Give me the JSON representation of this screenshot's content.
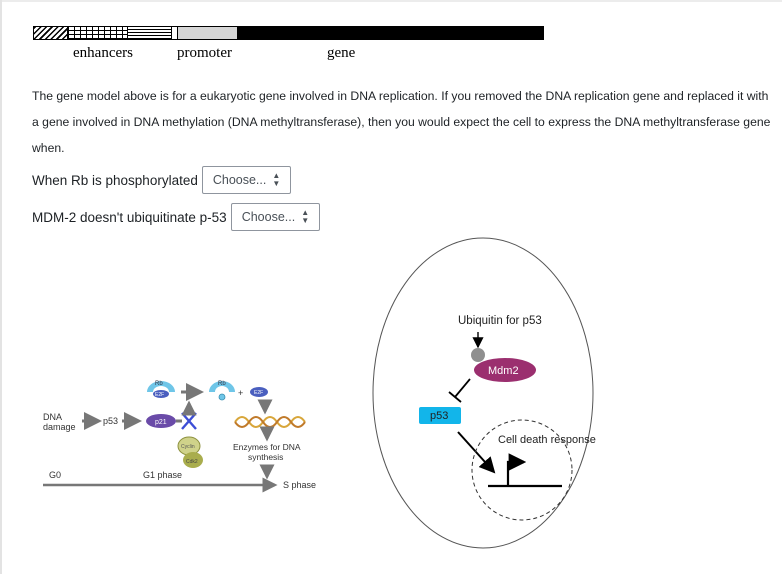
{
  "gene_model": {
    "labels": {
      "enhancers": "enhancers",
      "promoter": "promoter",
      "gene": "gene"
    }
  },
  "question_text": "The gene model above is for a eukaryotic gene involved in DNA replication. If you removed the DNA replication gene and replaced it with a gene involved in DNA methylation (DNA methyltransferase), then you would expect the cell to express the DNA methyltransferase gene when.",
  "questions": [
    {
      "prompt": "When Rb is phosphorylated",
      "selected": "Choose..."
    },
    {
      "prompt": "MDM-2 doesn't ubiquitinate p-53",
      "selected": "Choose..."
    }
  ],
  "cell_cycle_figure": {
    "dna_damage": [
      "DNA",
      "damage"
    ],
    "p53": "p53",
    "p21": "p21",
    "rb": "Rb",
    "e2f": "E2F",
    "plus": "+",
    "cyclin": "Cyclin",
    "cdk2": "Cdk2",
    "enzymes": [
      "Enzymes for DNA",
      "synthesis"
    ],
    "g0": "G0",
    "g1_phase": "G1 phase",
    "s_phase": "S phase"
  },
  "p53_figure": {
    "ubiquitin": "Ubiquitin for p53",
    "mdm2": "Mdm2",
    "p53": "p53",
    "cell_death": "Cell death response"
  },
  "colors": {
    "p53_box": "#12b5ea",
    "mdm2": "#9b2f6f",
    "rb_protein": "#6fc6e8",
    "e2f_protein": "#4a5fbf",
    "p21_protein": "#6a4ba8",
    "cyclin_cdk": "#a9ad4d",
    "inhibit_x": "#3d4ed6",
    "dna_helix": "#d8a63a"
  }
}
